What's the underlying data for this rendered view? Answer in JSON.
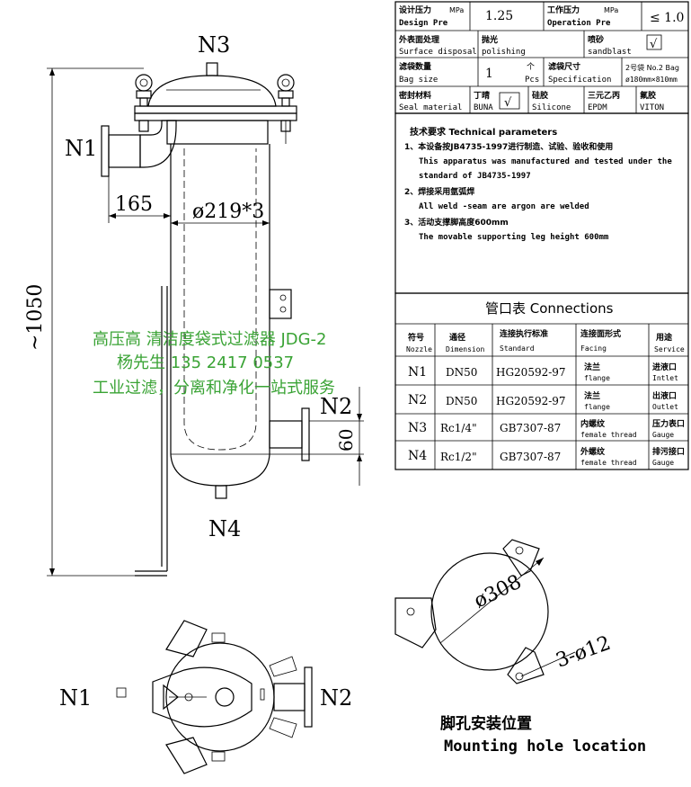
{
  "labels": {
    "n3_top": "N3",
    "n1_side": "N1",
    "n2_side": "N2",
    "n4_bottom": "N4",
    "dim_165": "165",
    "dim_diameter": "ø219*3",
    "dim_height": "~1050",
    "dim_60": "60",
    "n1_bottom_view": "N1",
    "n2_bottom_view": "N2",
    "dim_308": "ø308",
    "dim_holes": "3-ø12",
    "mounting_cn": "脚孔安装位置",
    "mounting_en": "Mounting hole location"
  },
  "watermark": {
    "line1": "高压高 清洁度袋式过滤器 JDG-2",
    "line2": "杨先生 135 2417 0537",
    "line3": "工业过滤，分离和净化一站式服务"
  },
  "spec_table": {
    "design_pressure_cn": "设计压力",
    "design_pressure_unit": "MPa",
    "design_pressure_en": "Design Pre",
    "design_pressure_value": "1.25",
    "op_pressure_cn": "工作压力",
    "op_pressure_unit": "MPa",
    "op_pressure_en": "Operation Pre",
    "op_pressure_value": "≤ 1.0",
    "surface_cn": "外表面处理",
    "surface_en": "Surface disposal",
    "polish_cn": "抛光",
    "polish_en": "polishing",
    "sand_cn": "喷砂",
    "sand_en": "sandblast",
    "check": "√",
    "bagqty_cn": "滤袋数量",
    "bagqty_en": "Bag size",
    "bagqty_value": "1",
    "bagqty_unit_cn": "个",
    "bagqty_unit_en": "Pcs",
    "bagsize_cn": "滤袋尺寸",
    "bagsize_en": "Specification",
    "bagsize_value1": "2号袋 No.2 Bag",
    "bagsize_value2": "ø180mm×810mm",
    "seal_cn": "密封材料",
    "seal_en": "Seal material",
    "buna_cn": "丁晴",
    "buna_en": "BUNA",
    "silicone_cn": "硅胶",
    "silicone_en": "Silicone",
    "epdm_cn": "三元乙丙",
    "epdm_en": "EPDM",
    "viton_cn": "氟胶",
    "viton_en": "VITON"
  },
  "tech": {
    "heading": "技术要求  Technical parameters",
    "l1_cn": "1、本设备按JB4735-1997进行制造、试验、验收和使用",
    "l1_en1": "This apparatus was manufactured and tested under the",
    "l1_en2": "standard of JB4735-1997",
    "l2_cn": "2、焊接采用氩弧焊",
    "l2_en": "All weld -seam are argon are welded",
    "l3_cn": "3、活动支撑脚高度600mm",
    "l3_en": "The movable supporting leg height 600mm"
  },
  "connections": {
    "title": "管口表 Connections",
    "headers": [
      {
        "cn": "符号",
        "en": "Nozzle"
      },
      {
        "cn": "通径",
        "en": "Dimension"
      },
      {
        "cn": "连接执行标准",
        "en": "Standard"
      },
      {
        "cn": "连接面形式",
        "en": "Facing"
      },
      {
        "cn": "用途",
        "en": "Service"
      }
    ],
    "rows": [
      {
        "nozzle": "N1",
        "dim": "DN50",
        "std": "HG20592-97",
        "facing_cn": "法兰",
        "facing_en": "flange",
        "service_cn": "进液口",
        "service_en": "Intlet"
      },
      {
        "nozzle": "N2",
        "dim": "DN50",
        "std": "HG20592-97",
        "facing_cn": "法兰",
        "facing_en": "flange",
        "service_cn": "出液口",
        "service_en": "Outlet"
      },
      {
        "nozzle": "N3",
        "dim": "Rc1/4\"",
        "std": "GB7307-87",
        "facing_cn": "内螺纹",
        "facing_en": "female thread",
        "service_cn": "压力表口",
        "service_en": "Gauge"
      },
      {
        "nozzle": "N4",
        "dim": "Rc1/2\"",
        "std": "GB7307-87",
        "facing_cn": "外螺纹",
        "facing_en": "female thread",
        "service_cn": "排污接口",
        "service_en": "Gauge"
      }
    ]
  }
}
